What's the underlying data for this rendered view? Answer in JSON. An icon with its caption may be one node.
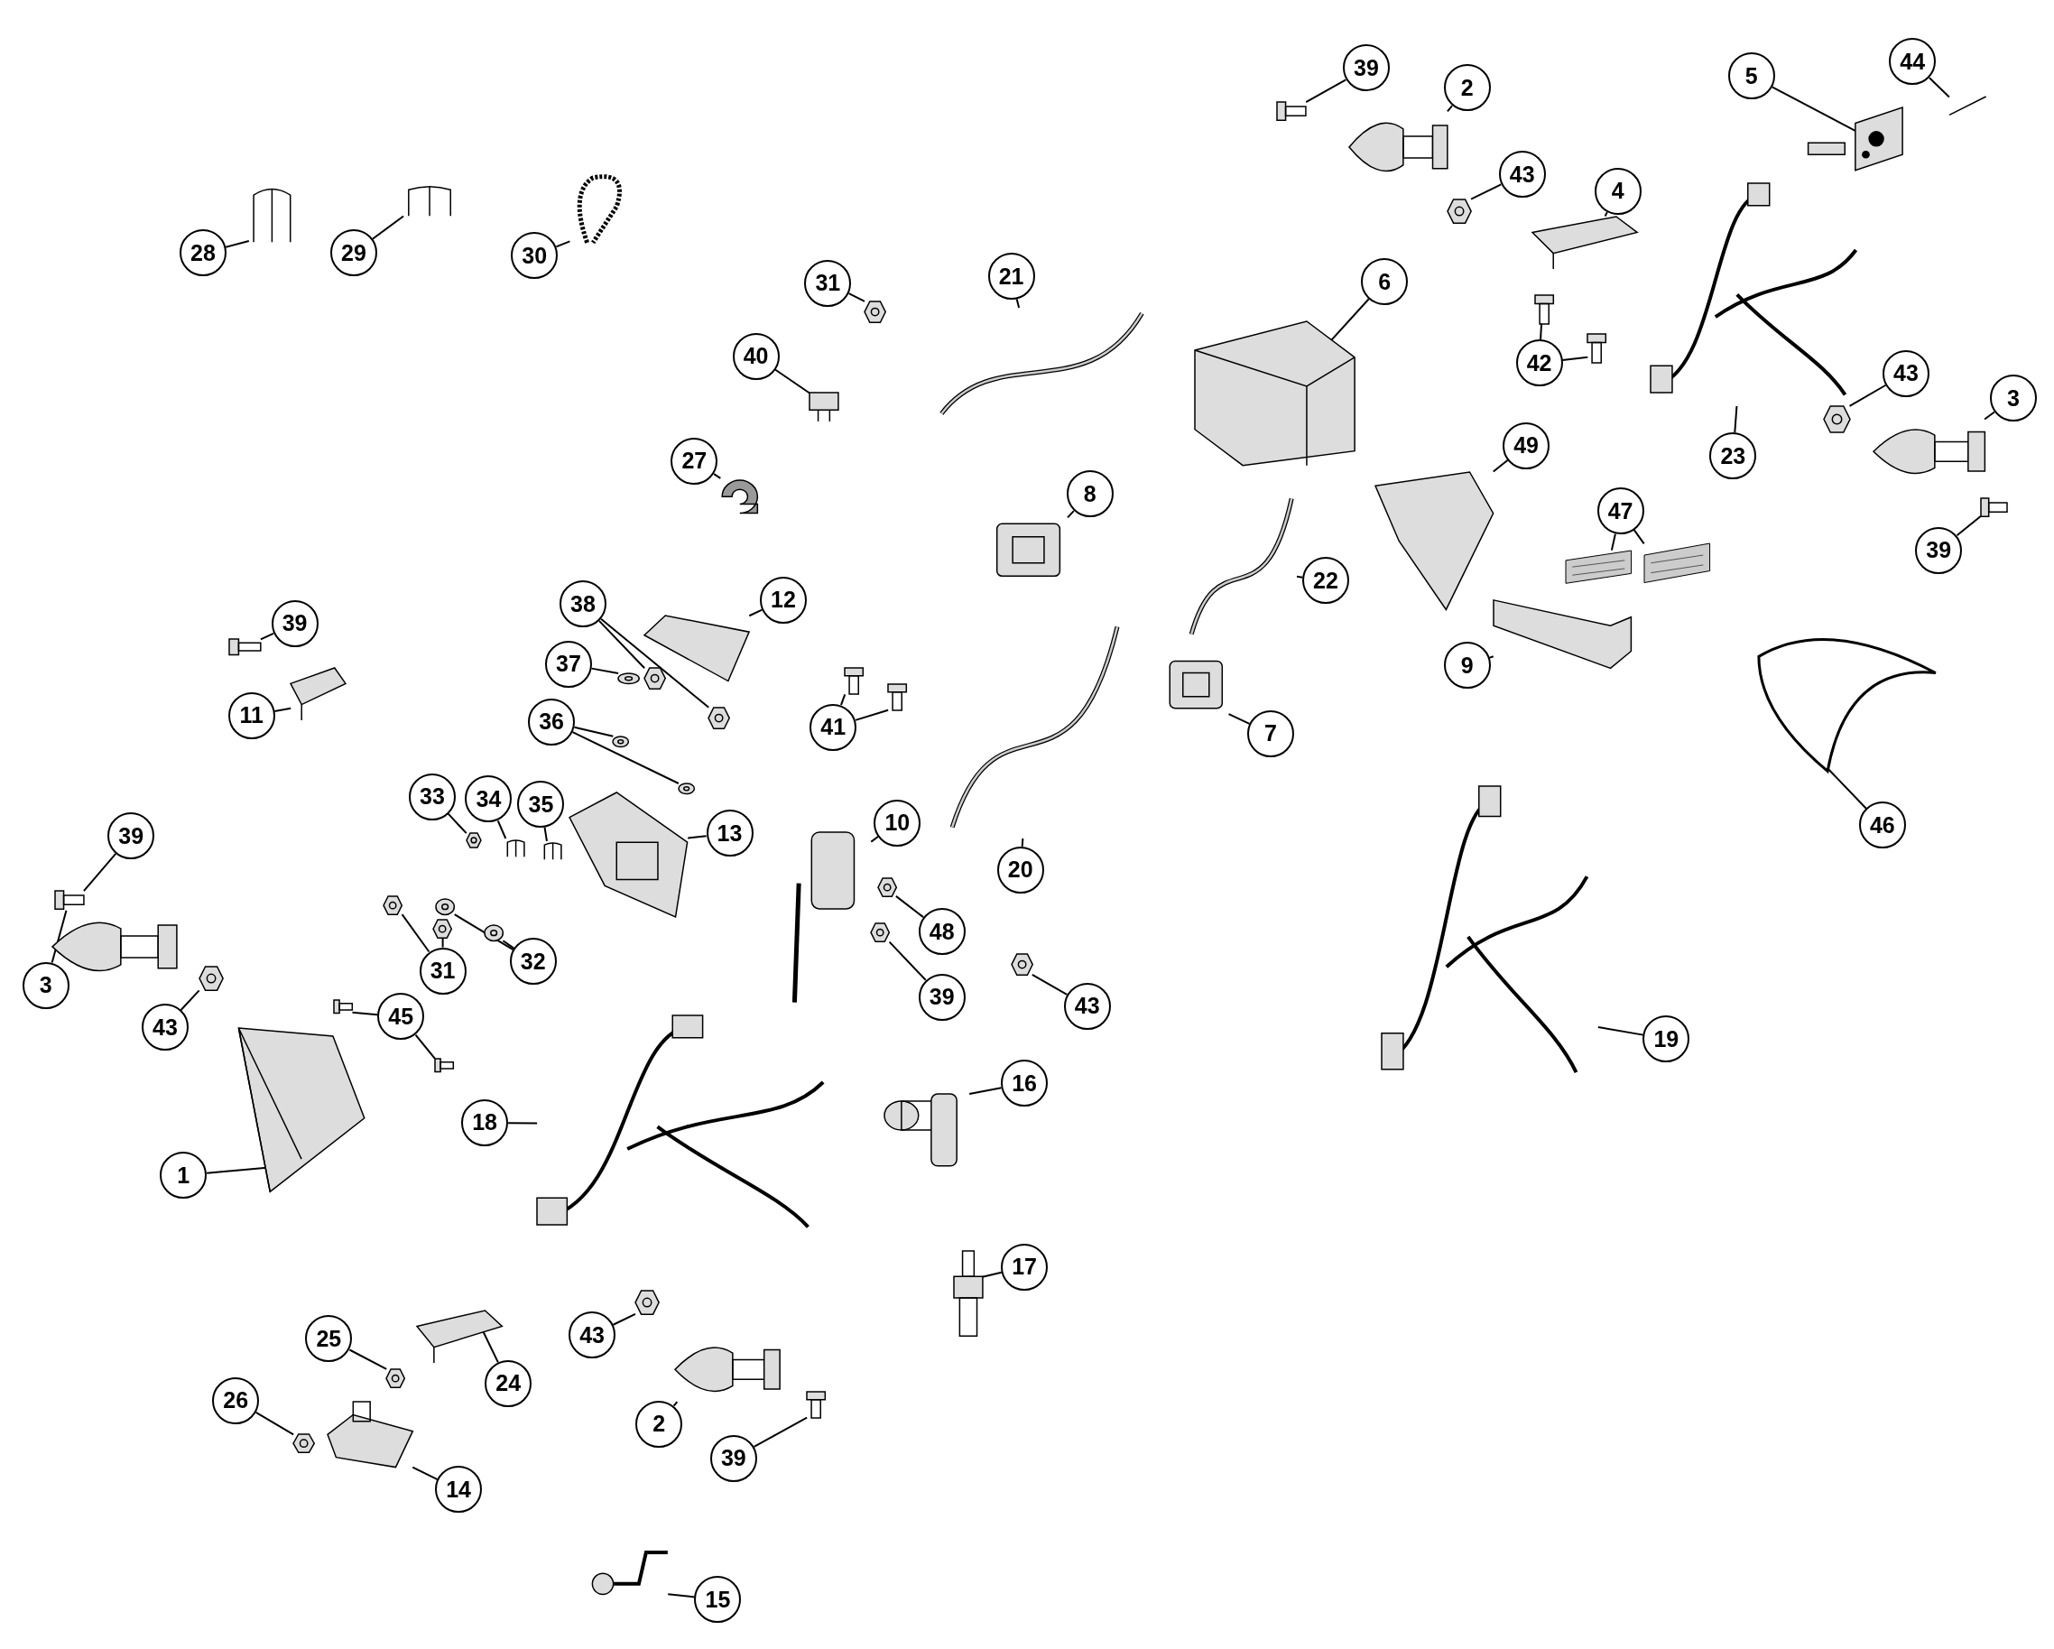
{
  "diagram": {
    "nodes": [
      {
        "text": [
          "28"
        ]
      },
      {
        "text": [],
        "shape": "picture"
      },
      {
        "text": [
          "29"
        ]
      },
      {
        "text": [],
        "shape": "picture"
      },
      {
        "text": [
          "30"
        ]
      },
      {
        "text": [],
        "shape": "picture"
      },
      {
        "text": [
          "39"
        ]
      },
      {
        "text": [],
        "shape": "picture"
      },
      {
        "text": [
          "2"
        ]
      },
      {
        "text": [],
        "shape": "picture"
      },
      {
        "text": [
          "43"
        ]
      },
      {
        "text": [],
        "shape": "picture"
      },
      {
        "text": [
          "5"
        ]
      },
      {
        "text": [],
        "shape": "picture"
      },
      {
        "text": [
          "44"
        ]
      },
      {
        "text": [],
        "shape": "picture"
      },
      {
        "text": [
          "4"
        ]
      },
      {
        "text": [],
        "shape": "picture"
      },
      {
        "text": [
          "42"
        ]
      },
      {
        "text": [],
        "shape": "picture"
      },
      {
        "text": [],
        "shape": "picture"
      },
      {
        "text": [
          "31"
        ]
      },
      {
        "text": [],
        "shape": "picture"
      },
      {
        "text": [
          "21"
        ]
      },
      {
        "text": [],
        "shape": "picture"
      },
      {
        "text": [
          "6"
        ]
      },
      {
        "text": [],
        "shape": "picture"
      },
      {
        "text": [
          "40"
        ]
      },
      {
        "text": [],
        "shape": "picture"
      },
      {
        "text": [
          "27"
        ]
      },
      {
        "text": [],
        "shape": "picture"
      },
      {
        "text": [
          "49"
        ]
      },
      {
        "text": [],
        "shape": "picture"
      },
      {
        "text": [
          "8"
        ]
      },
      {
        "text": [],
        "shape": "picture"
      },
      {
        "text": [
          "22"
        ]
      },
      {
        "text": [],
        "shape": "picture"
      },
      {
        "text": [
          "23"
        ]
      },
      {
        "text": [],
        "shape": "picture"
      },
      {
        "text": [
          "43"
        ]
      },
      {
        "text": [],
        "shape": "picture"
      },
      {
        "text": [
          "3"
        ]
      },
      {
        "text": [],
        "shape": "picture"
      },
      {
        "text": [
          "39"
        ]
      },
      {
        "text": [],
        "shape": "picture"
      },
      {
        "text": [
          "47"
        ]
      },
      {
        "text": [],
        "shape": "picture"
      },
      {
        "text": [],
        "shape": "picture"
      },
      {
        "text": [
          "9"
        ]
      },
      {
        "text": [],
        "shape": "picture"
      },
      {
        "text": [
          "7"
        ]
      },
      {
        "text": [],
        "shape": "picture"
      },
      {
        "text": [
          "46"
        ]
      },
      {
        "text": [],
        "shape": "picture"
      },
      {
        "text": [
          "39"
        ]
      },
      {
        "text": [],
        "shape": "picture"
      },
      {
        "text": [
          "11"
        ]
      },
      {
        "text": [],
        "shape": "picture"
      },
      {
        "text": [
          "38"
        ]
      },
      {
        "text": [],
        "shape": "picture"
      },
      {
        "text": [],
        "shape": "picture"
      },
      {
        "text": [
          "12"
        ]
      },
      {
        "text": [],
        "shape": "picture"
      },
      {
        "text": [
          "37"
        ]
      },
      {
        "text": [],
        "shape": "picture"
      },
      {
        "text": [
          "36"
        ]
      },
      {
        "text": [],
        "shape": "picture"
      },
      {
        "text": [],
        "shape": "picture"
      },
      {
        "text": [
          "33"
        ]
      },
      {
        "text": [],
        "shape": "picture"
      },
      {
        "text": [
          "34"
        ]
      },
      {
        "text": [],
        "shape": "picture"
      },
      {
        "text": [
          "35"
        ]
      },
      {
        "text": [],
        "shape": "picture"
      },
      {
        "text": [
          "13"
        ]
      },
      {
        "text": [],
        "shape": "picture"
      },
      {
        "text": [
          "10"
        ]
      },
      {
        "text": [],
        "shape": "picture"
      },
      {
        "text": [
          "48"
        ]
      },
      {
        "text": [],
        "shape": "picture"
      },
      {
        "text": [
          "39"
        ]
      },
      {
        "text": [],
        "shape": "picture"
      },
      {
        "text": [
          "41"
        ]
      },
      {
        "text": [],
        "shape": "picture"
      },
      {
        "text": [],
        "shape": "picture"
      },
      {
        "text": [
          "20"
        ]
      },
      {
        "text": [],
        "shape": "picture"
      },
      {
        "text": [
          "43"
        ]
      },
      {
        "text": [],
        "shape": "picture"
      },
      {
        "text": [
          "39"
        ]
      },
      {
        "text": [],
        "shape": "picture"
      },
      {
        "text": [
          "3"
        ]
      },
      {
        "text": [],
        "shape": "picture"
      },
      {
        "text": [
          "43"
        ]
      },
      {
        "text": [],
        "shape": "picture"
      },
      {
        "text": [
          "31"
        ]
      },
      {
        "text": [],
        "shape": "picture"
      },
      {
        "text": [],
        "shape": "picture"
      },
      {
        "text": [
          "32"
        ]
      },
      {
        "text": [],
        "shape": "picture"
      },
      {
        "text": [],
        "shape": "picture"
      },
      {
        "text": [
          "45"
        ]
      },
      {
        "text": [],
        "shape": "picture"
      },
      {
        "text": [],
        "shape": "picture"
      },
      {
        "text": [
          "1"
        ]
      },
      {
        "text": [],
        "shape": "picture"
      },
      {
        "text": [
          "18"
        ]
      },
      {
        "text": [],
        "shape": "picture"
      },
      {
        "text": [
          "16"
        ]
      },
      {
        "text": [],
        "shape": "picture"
      },
      {
        "text": [
          "17"
        ]
      },
      {
        "text": [],
        "shape": "picture"
      },
      {
        "text": [
          "19"
        ]
      },
      {
        "text": [],
        "shape": "picture"
      },
      {
        "text": [
          "25"
        ]
      },
      {
        "text": [],
        "shape": "picture"
      },
      {
        "text": [
          "24"
        ]
      },
      {
        "text": [],
        "shape": "picture"
      },
      {
        "text": [
          "26"
        ]
      },
      {
        "text": [],
        "shape": "picture"
      },
      {
        "text": [
          "14"
        ]
      },
      {
        "text": [],
        "shape": "picture"
      },
      {
        "text": [
          "43"
        ]
      },
      {
        "text": [],
        "shape": "picture"
      },
      {
        "text": [
          "2"
        ]
      },
      {
        "text": [],
        "shape": "picture"
      },
      {
        "text": [
          "39"
        ]
      },
      {
        "text": [],
        "shape": "picture"
      },
      {
        "text": [
          "15"
        ]
      },
      {
        "text": [],
        "shape": "picture"
      }
    ],
    "edges": [
      {
        "from": 0,
        "to": 1,
        "arrow": "none"
      },
      {
        "from": 2,
        "to": 3,
        "arrow": "none"
      },
      {
        "from": 4,
        "to": 5,
        "arrow": "none"
      },
      {
        "from": 6,
        "to": 7,
        "arrow": "none"
      },
      {
        "from": 8,
        "to": 9,
        "arrow": "none"
      },
      {
        "from": 10,
        "to": 11,
        "arrow": "none"
      },
      {
        "from": 12,
        "to": 13,
        "arrow": "none"
      },
      {
        "from": 14,
        "to": 15,
        "arrow": "none"
      },
      {
        "from": 16,
        "to": 17,
        "arrow": "none"
      },
      {
        "from": 18,
        "to": 19,
        "arrow": "none"
      },
      {
        "from": 18,
        "to": 20,
        "arrow": "none"
      },
      {
        "from": 21,
        "to": 22,
        "arrow": "none"
      },
      {
        "from": 23,
        "to": 24,
        "arrow": "none"
      },
      {
        "from": 25,
        "to": 26,
        "arrow": "none"
      },
      {
        "from": 27,
        "to": 28,
        "arrow": "none"
      },
      {
        "from": 29,
        "to": 30,
        "arrow": "none"
      },
      {
        "from": 31,
        "to": 32,
        "arrow": "none"
      },
      {
        "from": 33,
        "to": 34,
        "arrow": "none"
      },
      {
        "from": 35,
        "to": 36,
        "arrow": "none"
      },
      {
        "from": 37,
        "to": 38,
        "arrow": "none"
      },
      {
        "from": 39,
        "to": 40,
        "arrow": "none"
      },
      {
        "from": 41,
        "to": 42,
        "arrow": "none"
      },
      {
        "from": 43,
        "to": 44,
        "arrow": "none"
      },
      {
        "from": 45,
        "to": 46,
        "arrow": "none"
      },
      {
        "from": 45,
        "to": 47,
        "arrow": "none"
      },
      {
        "from": 48,
        "to": 49,
        "arrow": "none"
      },
      {
        "from": 50,
        "to": 51,
        "arrow": "none"
      },
      {
        "from": 52,
        "to": 53,
        "arrow": "none"
      },
      {
        "from": 54,
        "to": 55,
        "arrow": "none"
      },
      {
        "from": 56,
        "to": 57,
        "arrow": "none"
      },
      {
        "from": 58,
        "to": 59,
        "arrow": "none"
      },
      {
        "from": 58,
        "to": 60,
        "arrow": "none"
      },
      {
        "from": 61,
        "to": 62,
        "arrow": "none"
      },
      {
        "from": 63,
        "to": 64,
        "arrow": "none"
      },
      {
        "from": 65,
        "to": 66,
        "arrow": "none"
      },
      {
        "from": 65,
        "to": 67,
        "arrow": "none"
      },
      {
        "from": 68,
        "to": 69,
        "arrow": "none"
      },
      {
        "from": 70,
        "to": 71,
        "arrow": "none"
      },
      {
        "from": 72,
        "to": 73,
        "arrow": "none"
      },
      {
        "from": 74,
        "to": 75,
        "arrow": "none"
      },
      {
        "from": 76,
        "to": 77,
        "arrow": "none"
      },
      {
        "from": 78,
        "to": 79,
        "arrow": "none"
      },
      {
        "from": 80,
        "to": 81,
        "arrow": "none"
      },
      {
        "from": 82,
        "to": 83,
        "arrow": "none"
      },
      {
        "from": 82,
        "to": 84,
        "arrow": "none"
      },
      {
        "from": 85,
        "to": 86,
        "arrow": "none"
      },
      {
        "from": 87,
        "to": 88,
        "arrow": "none"
      },
      {
        "from": 89,
        "to": 90,
        "arrow": "none"
      },
      {
        "from": 91,
        "to": 92,
        "arrow": "none"
      },
      {
        "from": 93,
        "to": 94,
        "arrow": "none"
      },
      {
        "from": 95,
        "to": 96,
        "arrow": "none"
      },
      {
        "from": 95,
        "to": 97,
        "arrow": "none"
      },
      {
        "from": 98,
        "to": 99,
        "arrow": "none"
      },
      {
        "from": 98,
        "to": 100,
        "arrow": "none"
      },
      {
        "from": 101,
        "to": 102,
        "arrow": "none"
      },
      {
        "from": 101,
        "to": 103,
        "arrow": "none"
      },
      {
        "from": 104,
        "to": 105,
        "arrow": "none"
      },
      {
        "from": 106,
        "to": 107,
        "arrow": "none"
      },
      {
        "from": 108,
        "to": 109,
        "arrow": "none"
      },
      {
        "from": 110,
        "to": 111,
        "arrow": "none"
      },
      {
        "from": 112,
        "to": 113,
        "arrow": "none"
      },
      {
        "from": 114,
        "to": 115,
        "arrow": "none"
      },
      {
        "from": 116,
        "to": 117,
        "arrow": "none"
      },
      {
        "from": 118,
        "to": 119,
        "arrow": "none"
      },
      {
        "from": 120,
        "to": 121,
        "arrow": "none"
      },
      {
        "from": 122,
        "to": 123,
        "arrow": "none"
      },
      {
        "from": 124,
        "to": 125,
        "arrow": "none"
      },
      {
        "from": 126,
        "to": 127,
        "arrow": "none"
      },
      {
        "from": 128,
        "to": 129,
        "arrow": "none"
      }
    ]
  }
}
